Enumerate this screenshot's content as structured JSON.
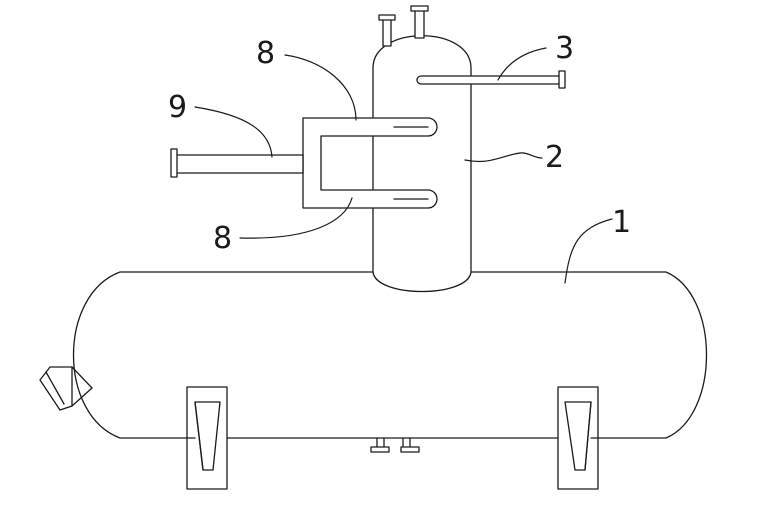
{
  "labels": {
    "main_tank": "1",
    "vertical_vessel": "2",
    "side_pipe": "3",
    "u_tube_upper": "8",
    "u_tube_lower": "8",
    "inlet_pipe": "9"
  }
}
